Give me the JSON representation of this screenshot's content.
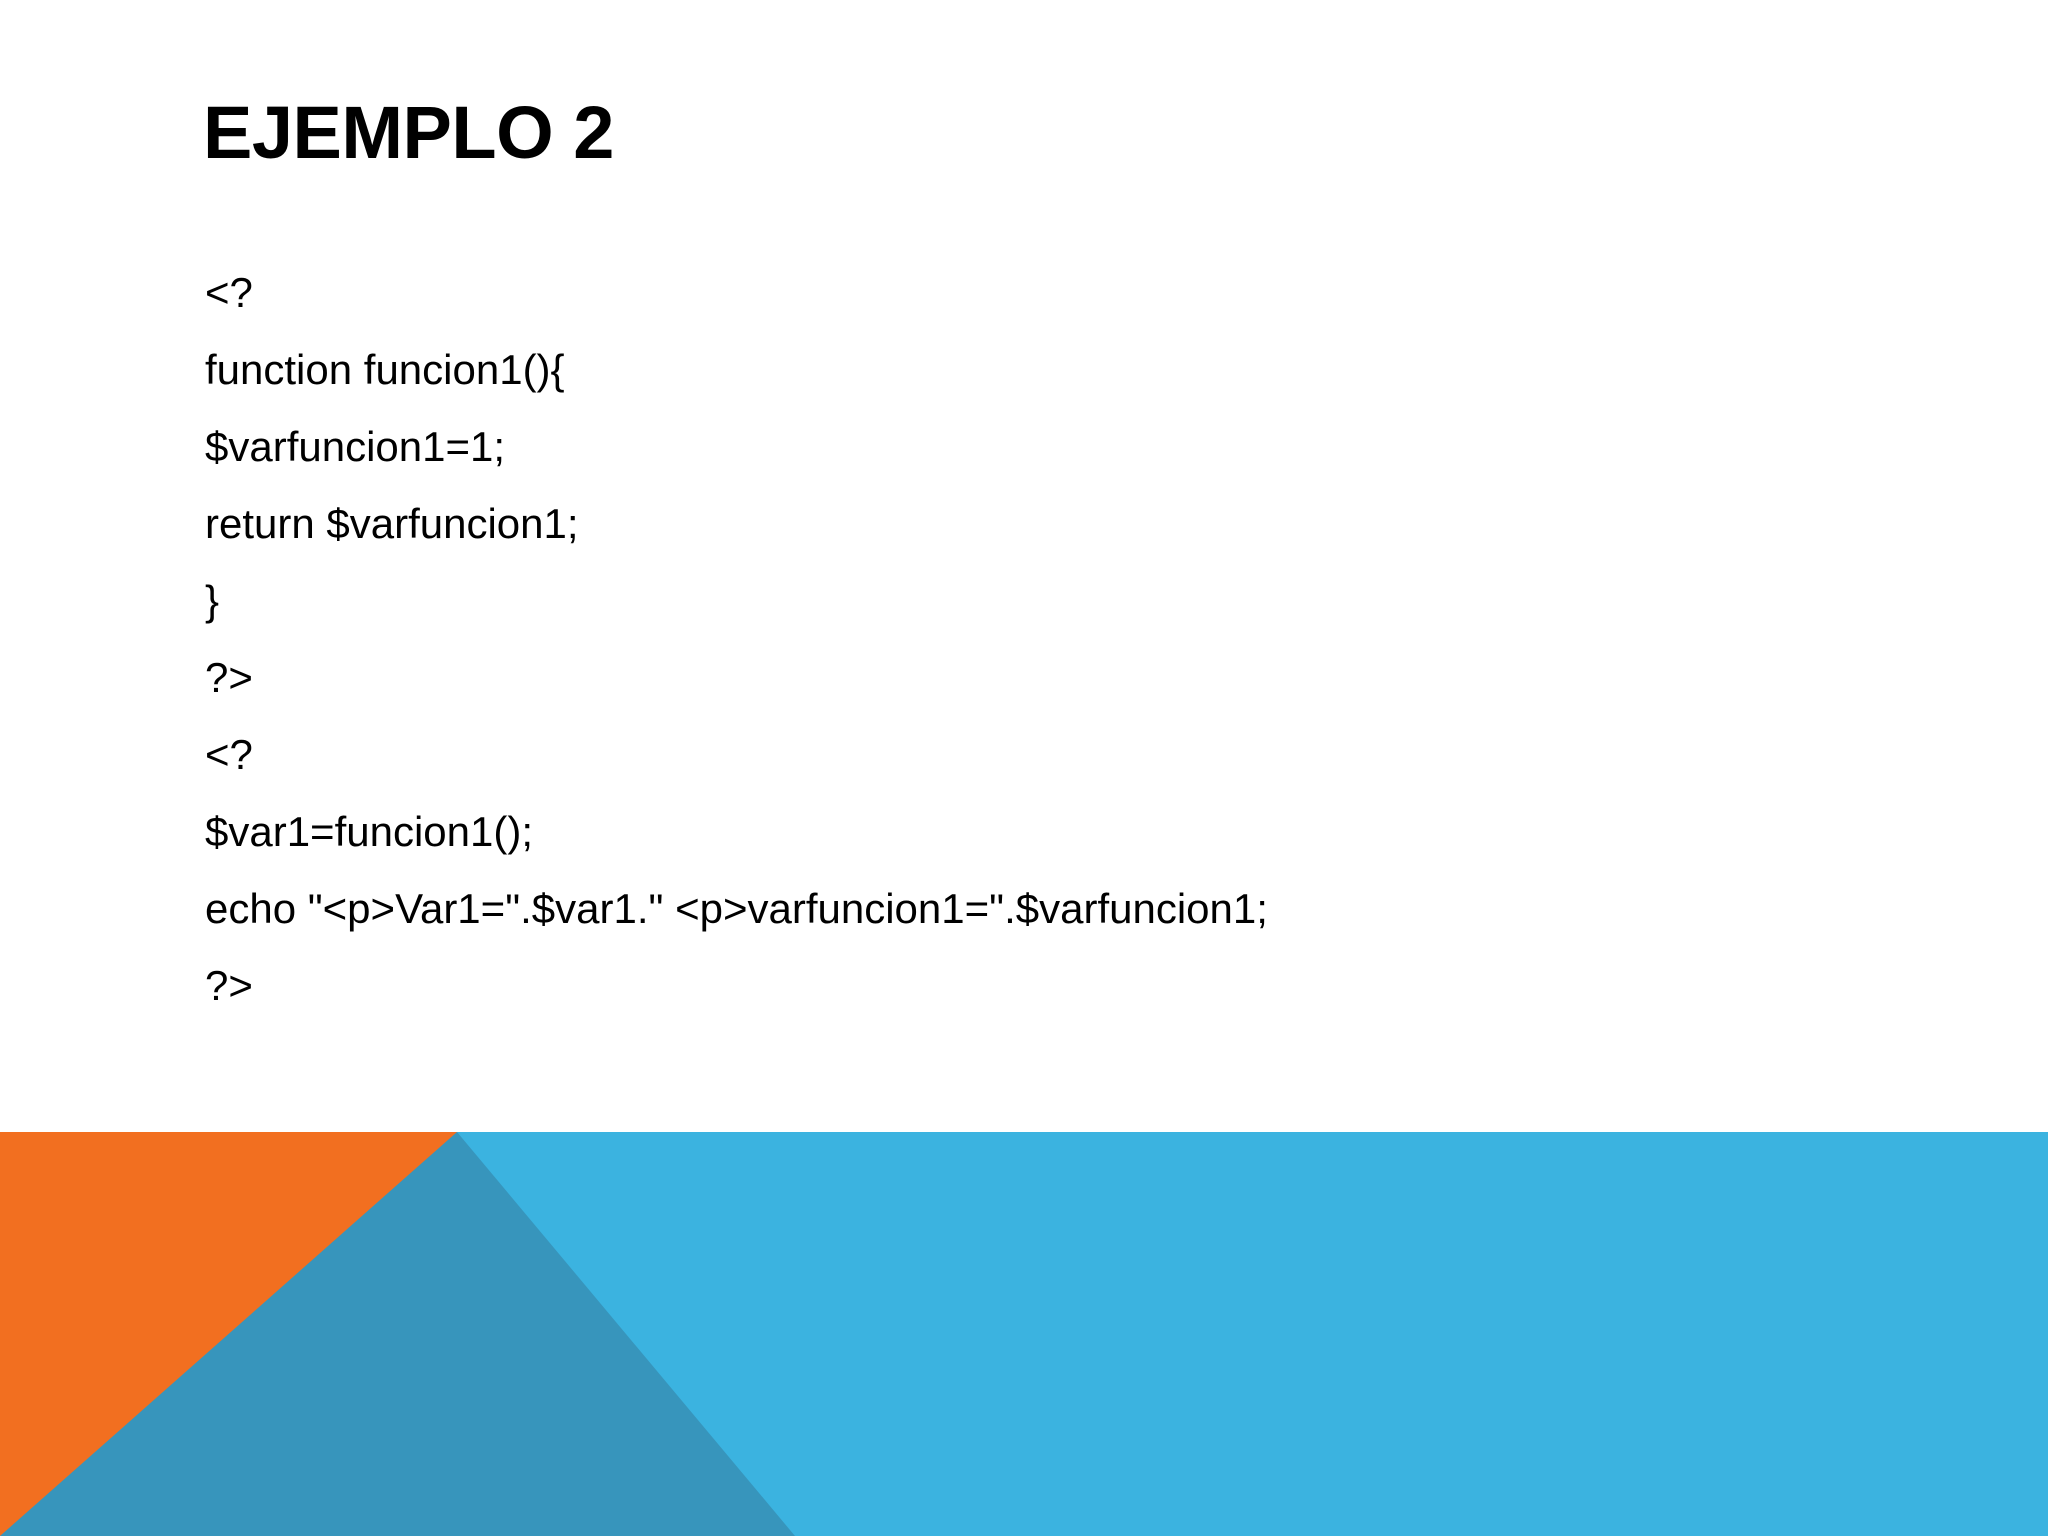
{
  "slide": {
    "title": "EJEMPLO 2",
    "code_lines": [
      "<?",
      "function funcion1(){",
      "$varfuncion1=1;",
      "return $varfuncion1;",
      "}",
      "?>",
      "<?",
      "$var1=funcion1();",
      "echo \"<p>Var1=\".$var1.\" <p>varfuncion1=\".$varfuncion1;",
      "?>"
    ],
    "banner": {
      "orange": "#F26F20",
      "blue": "#3BB3E0",
      "teal_overlay": "#3795BC"
    }
  }
}
